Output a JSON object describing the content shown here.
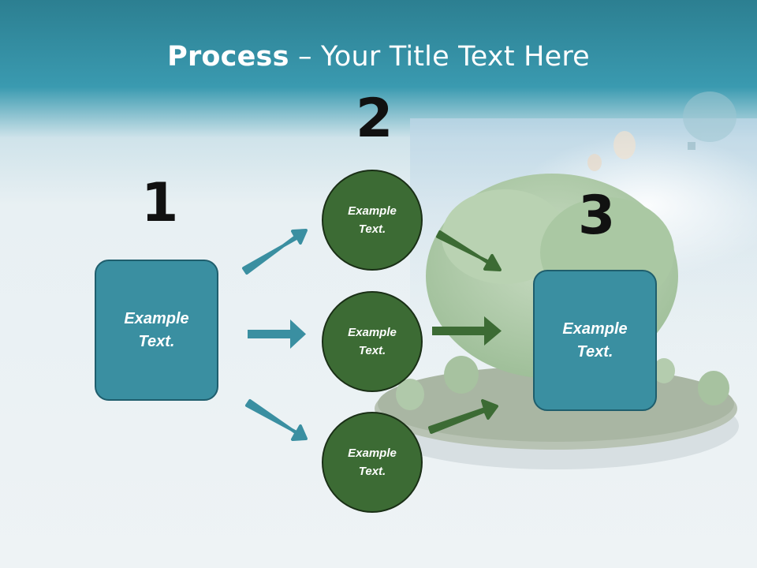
{
  "title": {
    "bold": "Process",
    "rest": " – Your Title Text Here"
  },
  "steps": {
    "one": "1",
    "two": "2",
    "three": "3"
  },
  "nodes": {
    "left_box": "Example Text.",
    "circle_top": "Example Text.",
    "circle_middle": "Example Text.",
    "circle_bottom": "Example Text.",
    "right_box": "Example Text."
  },
  "colors": {
    "header": "#2c7f91",
    "box_fill": "#3a8fa1",
    "circle_fill": "#3c6b34",
    "teal_arrow": "#3a8fa1",
    "green_arrow": "#3c6b34"
  }
}
